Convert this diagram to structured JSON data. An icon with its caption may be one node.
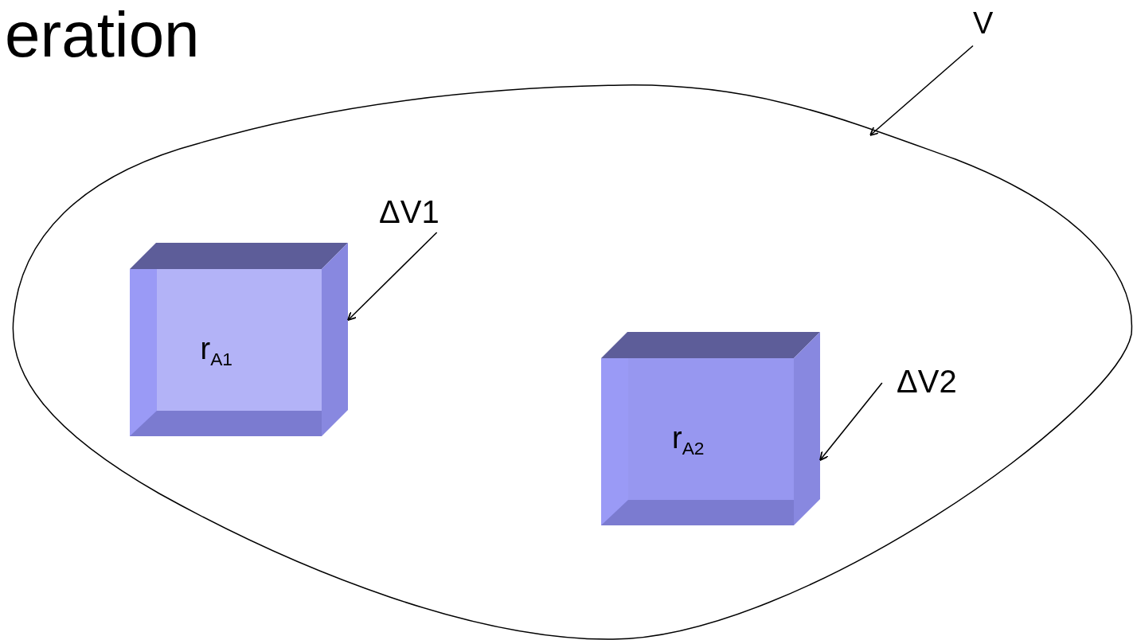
{
  "diagram": {
    "title": "eration",
    "nodes": [
      {
        "text": [
          "V"
        ]
      },
      {
        "text": [],
        "shape": "cloud"
      },
      {
        "text": [
          "ΔV1"
        ],
        "in": 1
      },
      {
        "text": [
          "r$_{A1}$"
        ],
        "in": 1
      },
      {
        "text": [
          "ΔV2"
        ],
        "in": 1
      },
      {
        "text": [
          "r$_{A2}$"
        ],
        "in": 1
      }
    ],
    "edges": [
      {
        "from": 0,
        "to": 1,
        "arrow": "to"
      },
      {
        "from": 2,
        "to": 3,
        "arrow": "to"
      },
      {
        "from": 4,
        "to": 5,
        "arrow": "to"
      }
    ]
  }
}
